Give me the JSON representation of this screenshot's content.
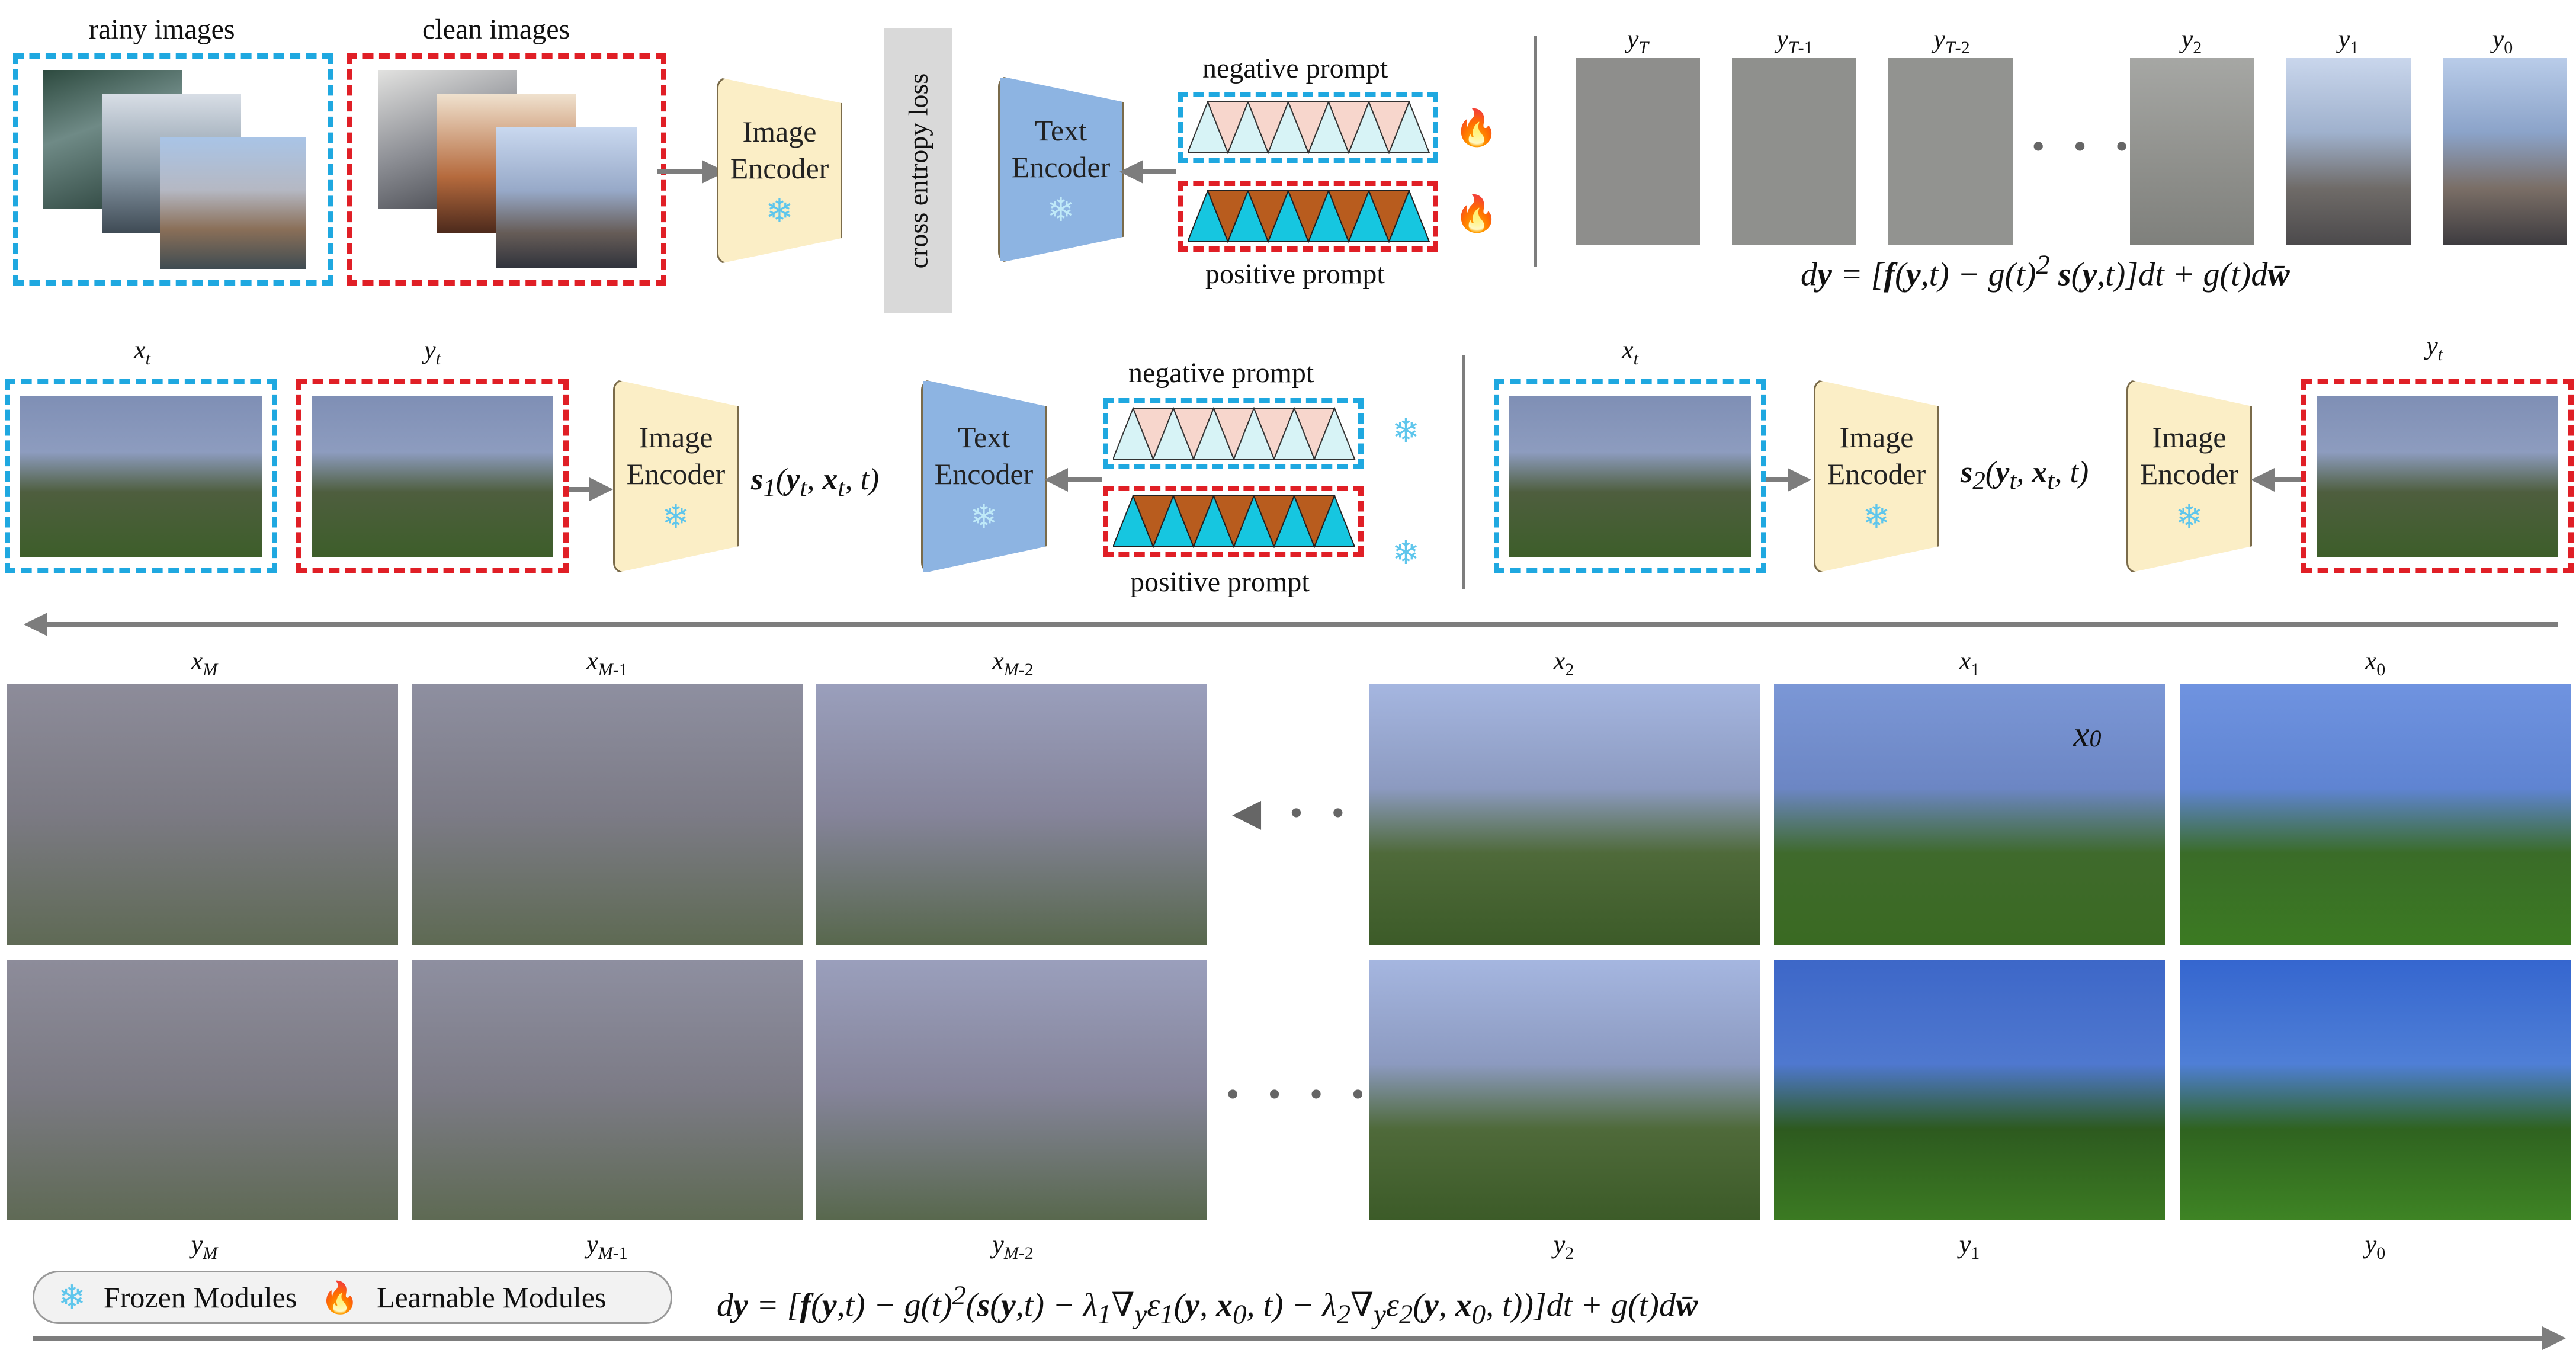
{
  "top": {
    "rainy_label": "rainy images",
    "clean_label": "clean images",
    "image_encoder": "Image\nEncoder",
    "ce_loss": "cross entropy loss",
    "text_encoder": "Text\nEncoder",
    "negative_prompt": "negative prompt",
    "positive_prompt": "positive prompt",
    "formula_html": "d<b>y</b> = [<b>f</b>(<b>y</b>,t) − g(t)<sup>2</sup> <b>s</b>(<b>y</b>,t)]dt + g(t)d<b>w̄</b>"
  },
  "middle": {
    "xt_label": "x",
    "yt_label": "y",
    "image_encoder": "Image\nEncoder",
    "text_encoder": "Text\nEncoder",
    "negative_prompt": "negative prompt",
    "positive_prompt": "positive prompt",
    "s1_html": "<b>s</b><sub>1</sub>(<b>y</b><sub>t</sub>, <b>x</b><sub>t</sub>, t)",
    "s2_html": "<b>s</b><sub>2</sub>(<b>y</b><sub>t</sub>, <b>x</b><sub>t</sub>, t)"
  },
  "bottom": {
    "overlay_x0": "x",
    "legend_frozen": "Frozen Modules",
    "legend_learnable": "Learnable Modules",
    "formula_html": "d<b>y</b> = [<b>f</b>(<b>y</b>,t) − g(t)<sup>2</sup>(<b>s</b>(<b>y</b>,t) − λ<sub>1</sub>∇<sub>y</sub>ε<sub>1</sub>(<b>y</b>, <b>x</b><sub>0</sub>, t) − λ<sub>2</sub>∇<sub>y</sub>ε<sub>2</sub>(<b>y</b>, <b>x</b><sub>0</sub>, t))]dt + g(t)d<b>w̄</b>"
  },
  "icons": {
    "snowflake": "❄",
    "fire": "🔥",
    "ellipsis": "• • •"
  },
  "colors": {
    "blue_dash": "#1fa8e0",
    "red_dash": "#e01f26",
    "image_encoder_fill": "#fbeec6",
    "text_encoder_fill": "#8db4e2",
    "neg_triangle": "#f7d6cc",
    "neg_triangle_alt": "#d7f3f6",
    "pos_triangle": "#b85c1e",
    "pos_triangle_alt": "#16c6e0",
    "arrow_grey": "#7d7d7d"
  }
}
